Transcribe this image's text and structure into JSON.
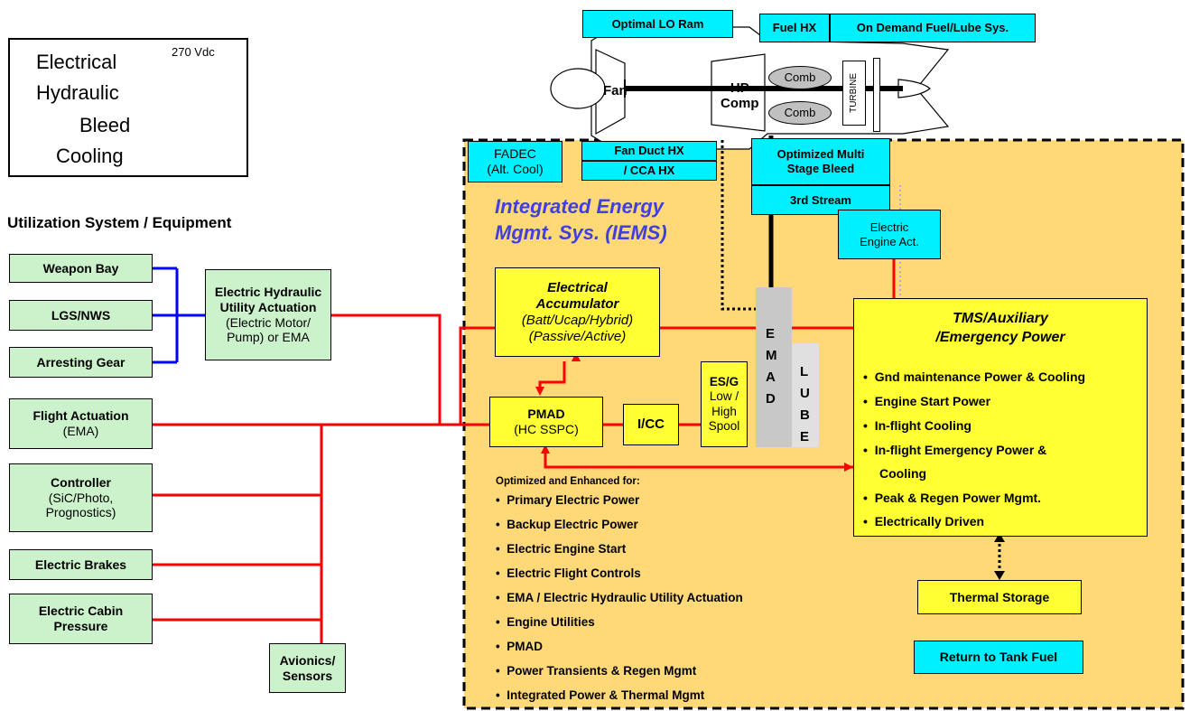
{
  "legend": {
    "electrical": "Electrical",
    "electrical_voltage": "270 Vdc",
    "hydraulic": "Hydraulic",
    "bleed": "Bleed",
    "cooling": "Cooling"
  },
  "colors": {
    "electrical": "#ff0000",
    "hydraulic": "#0000ff",
    "bleed": "#b0a0ff",
    "cooling": "#000000",
    "iems_fill": "#ffd978",
    "equipment_fill": "#ccf2cc",
    "engine_fill": "#00f0ff",
    "component_fill": "#ffff33",
    "iems_title": "#4040e0"
  },
  "utilization": {
    "heading": "Utilization System / Equipment",
    "items": {
      "weapon_bay": "Weapon Bay",
      "lgs_nws": "LGS/NWS",
      "arresting_gear": "Arresting Gear",
      "flight_actuation_1": "Flight Actuation",
      "flight_actuation_2": "(EMA)",
      "controller_1": "Controller",
      "controller_2": "(SiC/Photo,",
      "controller_3": "Prognostics)",
      "electric_brakes": "Electric Brakes",
      "cabin_pressure_1": "Electric Cabin",
      "cabin_pressure_2": "Pressure",
      "avionics_1": "Avionics/",
      "avionics_2": "Sensors"
    },
    "hydraulic_utility": {
      "line1": "Electric Hydraulic",
      "line2": "Utility Actuation",
      "line3": "(Electric Motor/",
      "line4": "Pump) or EMA"
    }
  },
  "engine": {
    "optimal_lo_ram": "Optimal LO Ram",
    "fuel_hx": "Fuel HX",
    "on_demand": "On Demand Fuel/Lube Sys.",
    "fan": "Fan",
    "hp_comp_1": "HP",
    "hp_comp_2": "Comp",
    "comb_top": "Comb",
    "comb_bottom": "Comb",
    "turbine": "TURBINE",
    "fadec_1": "FADEC",
    "fadec_2": "(Alt. Cool)",
    "fan_duct_hx": "Fan Duct HX",
    "cca_hx": "/ CCA HX",
    "multi_stage_1": "Optimized Multi",
    "multi_stage_2": "Stage Bleed",
    "third_stream": "3rd Stream",
    "engine_act_1": "Electric",
    "engine_act_2": "Engine Act."
  },
  "iems": {
    "title_1": "Integrated Energy",
    "title_2": "Mgmt. Sys. (IEMS)",
    "accumulator": {
      "line1": "Electrical",
      "line2": "Accumulator",
      "line3": "(Batt/Ucap/Hybrid)",
      "line4": "(Passive/Active)"
    },
    "pmad_1": "PMAD",
    "pmad_2": "(HC SSPC)",
    "icc": "I/CC",
    "esg": {
      "line1": "ES/G",
      "line2": "Low /",
      "line3": "High",
      "line4": "Spool"
    },
    "emad": [
      "E",
      "M",
      "A",
      "D"
    ],
    "lube": [
      "L",
      "U",
      "B",
      "E"
    ],
    "optimized_heading": "Optimized and Enhanced for:",
    "optimized_items": [
      "Primary Electric Power",
      "Backup Electric Power",
      "Electric Engine Start",
      "Electric Flight Controls",
      "EMA / Electric Hydraulic Utility Actuation",
      "Engine Utilities",
      "PMAD",
      "Power Transients & Regen Mgmt",
      "Integrated Power & Thermal Mgmt"
    ],
    "tms": {
      "title_1": "TMS/Auxiliary",
      "title_2": "/Emergency Power",
      "items": [
        "Gnd maintenance Power & Cooling",
        "Engine Start Power",
        "In-flight Cooling",
        "In-flight Emergency Power &",
        "Cooling",
        "Peak & Regen Power Mgmt.",
        "Electrically Driven"
      ]
    },
    "thermal_storage": "Thermal Storage",
    "return_fuel": "Return to Tank Fuel"
  }
}
